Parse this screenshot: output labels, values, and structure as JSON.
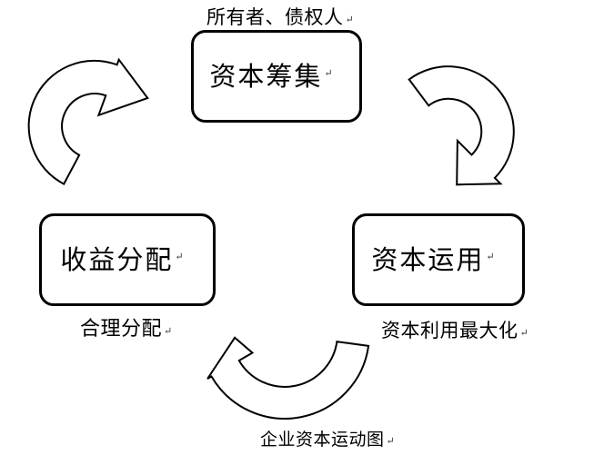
{
  "diagram": {
    "colors": {
      "background": "#ffffff",
      "line": "#000000",
      "text": "#000000"
    },
    "paragraph_mark": "↵",
    "top_annotation": "所有者、债权人",
    "nodes": {
      "raise": {
        "label": "资本筹集"
      },
      "use": {
        "label": "资本运用",
        "annotation": "资本利用最大化"
      },
      "distribute": {
        "label": "收益分配",
        "annotation": "合理分配"
      }
    },
    "caption": "企业资本运动图"
  }
}
